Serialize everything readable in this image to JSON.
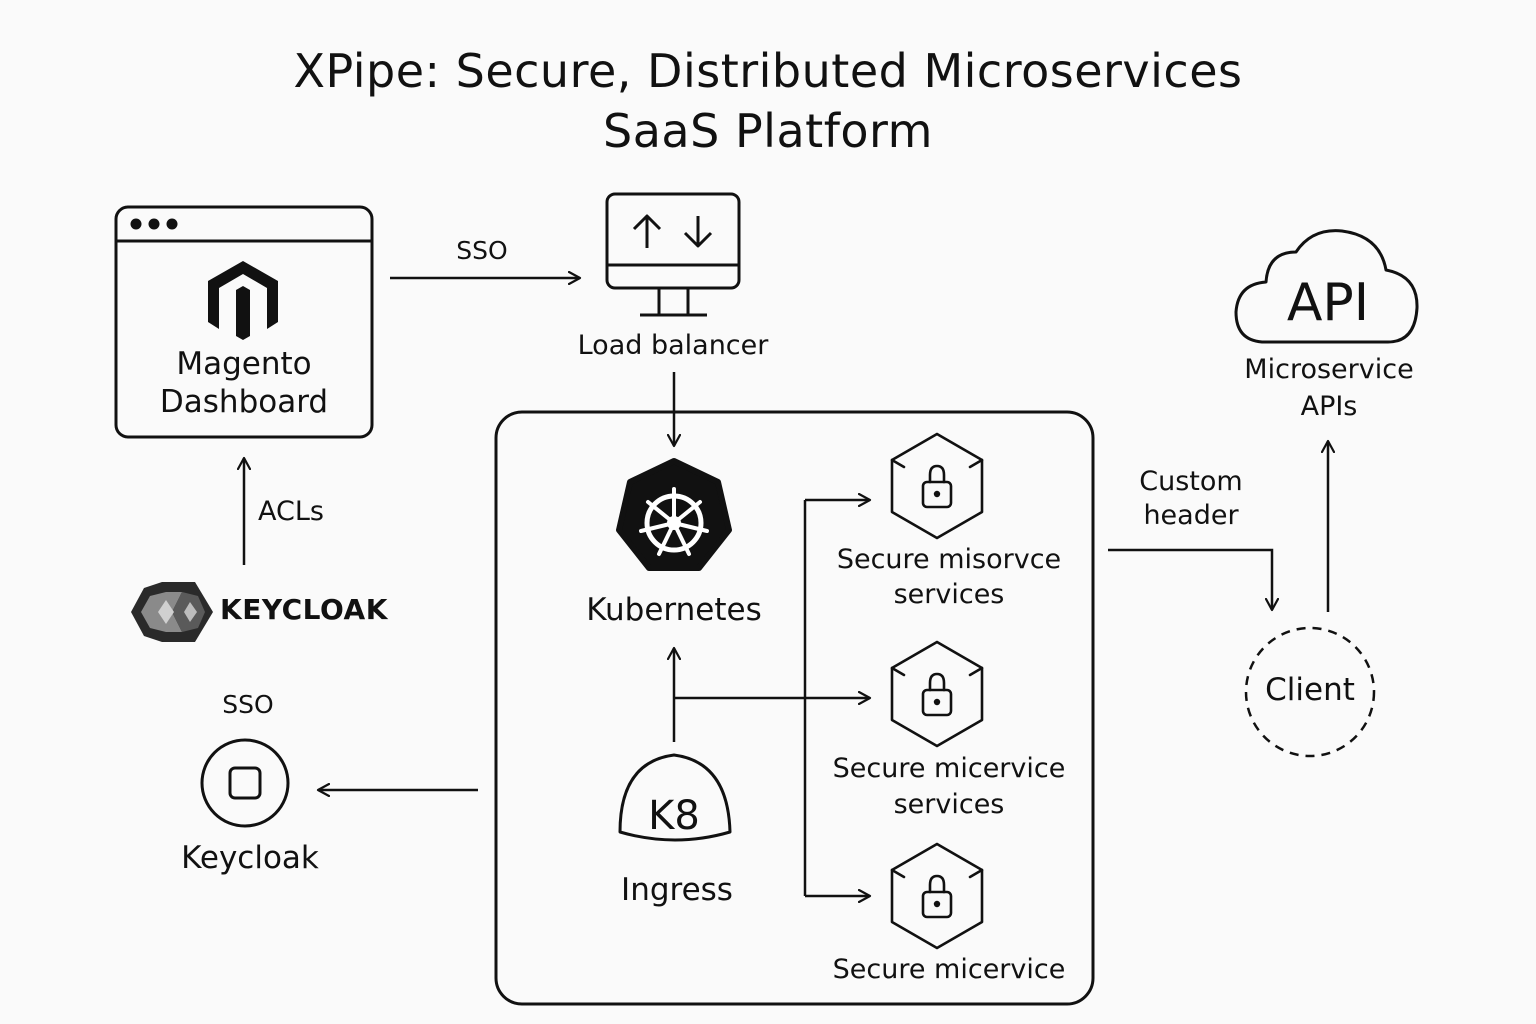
{
  "title": {
    "line1": "XPipe: Secure, Distributed Microservices",
    "line2": "SaaS Platform"
  },
  "nodes": {
    "magento": {
      "label_line1": "Magento",
      "label_line2": "Dashboard",
      "icon": "magento-logo-icon"
    },
    "load_balancer": {
      "label": "Load balancer",
      "icon": "monitor-updown-icon"
    },
    "api": {
      "cloud_text": "API",
      "label_line1": "Microservice",
      "label_line2": "APIs",
      "icon": "cloud-icon"
    },
    "keycloak_brand": {
      "label": "KEYCLOAK",
      "icon": "keycloak-logo-icon"
    },
    "keycloak": {
      "label": "Keycloak",
      "icon": "stop-square-circle-icon"
    },
    "kubernetes": {
      "label": "Kubernetes",
      "icon": "kubernetes-helm-icon"
    },
    "ingress": {
      "badge": "K8",
      "label": "Ingress"
    },
    "service1": {
      "label_line1": "Secure misorvce",
      "label_line2": "services",
      "icon": "lock-cube-icon"
    },
    "service2": {
      "label_line1": "Secure micervice",
      "label_line2": "services",
      "icon": "lock-cube-icon"
    },
    "service3": {
      "label_line1": "Secure micervice",
      "icon": "lock-cube-icon"
    },
    "client": {
      "label": "Client"
    }
  },
  "edges": {
    "sso_top": "SSO",
    "acls": "ACLs",
    "sso_bottom": "SSO",
    "custom_header_line1": "Custom",
    "custom_header_line2": "header"
  }
}
